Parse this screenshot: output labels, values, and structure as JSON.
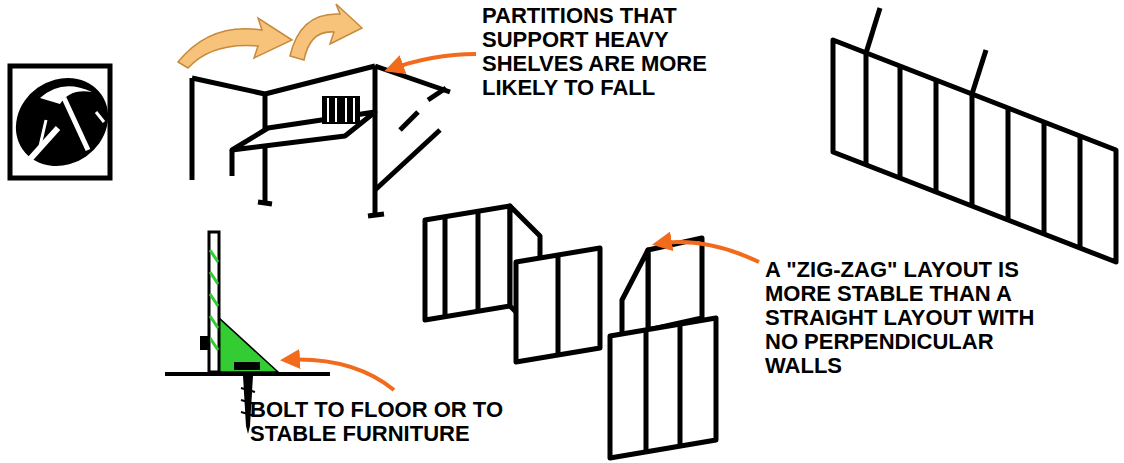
{
  "diagram": {
    "labels": [
      "PARTITIONS THAT SUPPORT HEAVY SHELVES ARE MORE LIKELY TO FALL",
      "A \"ZIG-ZAG\" LAYOUT IS MORE STABLE THAN A STRAIGHT LAYOUT WITH NO PERPENDICULAR WALLS",
      "BOLT TO FLOOR OR TO STABLE FURNITURE"
    ]
  }
}
